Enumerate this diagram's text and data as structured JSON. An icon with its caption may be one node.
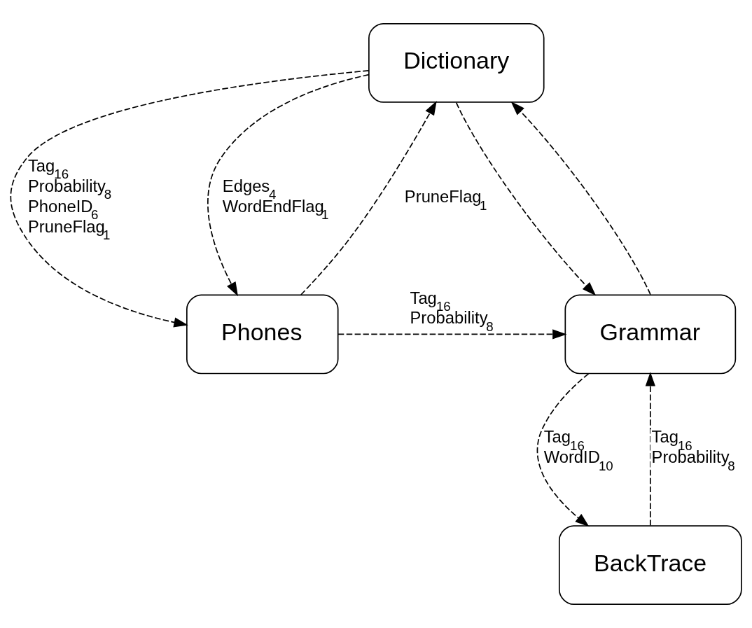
{
  "diagram": {
    "nodes": [
      {
        "text": [
          "Dictionary"
        ]
      },
      {
        "text": [
          "Phones"
        ]
      },
      {
        "text": [
          "Grammar"
        ]
      },
      {
        "text": [
          "BackTrace"
        ]
      }
    ],
    "edges": [
      {
        "from": 0,
        "to": 1,
        "arrow": "to",
        "style": "dashed",
        "label": "Tag$_{16}$ Probability$_{8}$ PhoneID$_{6}$ PruneFlag$_{1}$"
      },
      {
        "from": 0,
        "to": 1,
        "arrow": "to",
        "style": "dashed",
        "label": "Edges$_{4}$ WordEndFlag$_{1}$"
      },
      {
        "from": 1,
        "to": 0,
        "arrow": "to",
        "style": "dashed",
        "label": "PruneFlag$_{1}$"
      },
      {
        "from": 1,
        "to": 2,
        "arrow": "to",
        "style": "dashed",
        "label": "Tag$_{16}$ Probability$_{8}$"
      },
      {
        "from": 0,
        "to": 2,
        "arrow": "to",
        "style": "dashed"
      },
      {
        "from": 2,
        "to": 0,
        "arrow": "to",
        "style": "dashed"
      },
      {
        "from": 2,
        "to": 3,
        "arrow": "to",
        "style": "dashed",
        "label": "Tag$_{16}$ WordID$_{10}$"
      },
      {
        "from": 3,
        "to": 2,
        "arrow": "to",
        "style": "dashed",
        "label": "Tag$_{16}$ Probability$_{8}$"
      }
    ]
  }
}
